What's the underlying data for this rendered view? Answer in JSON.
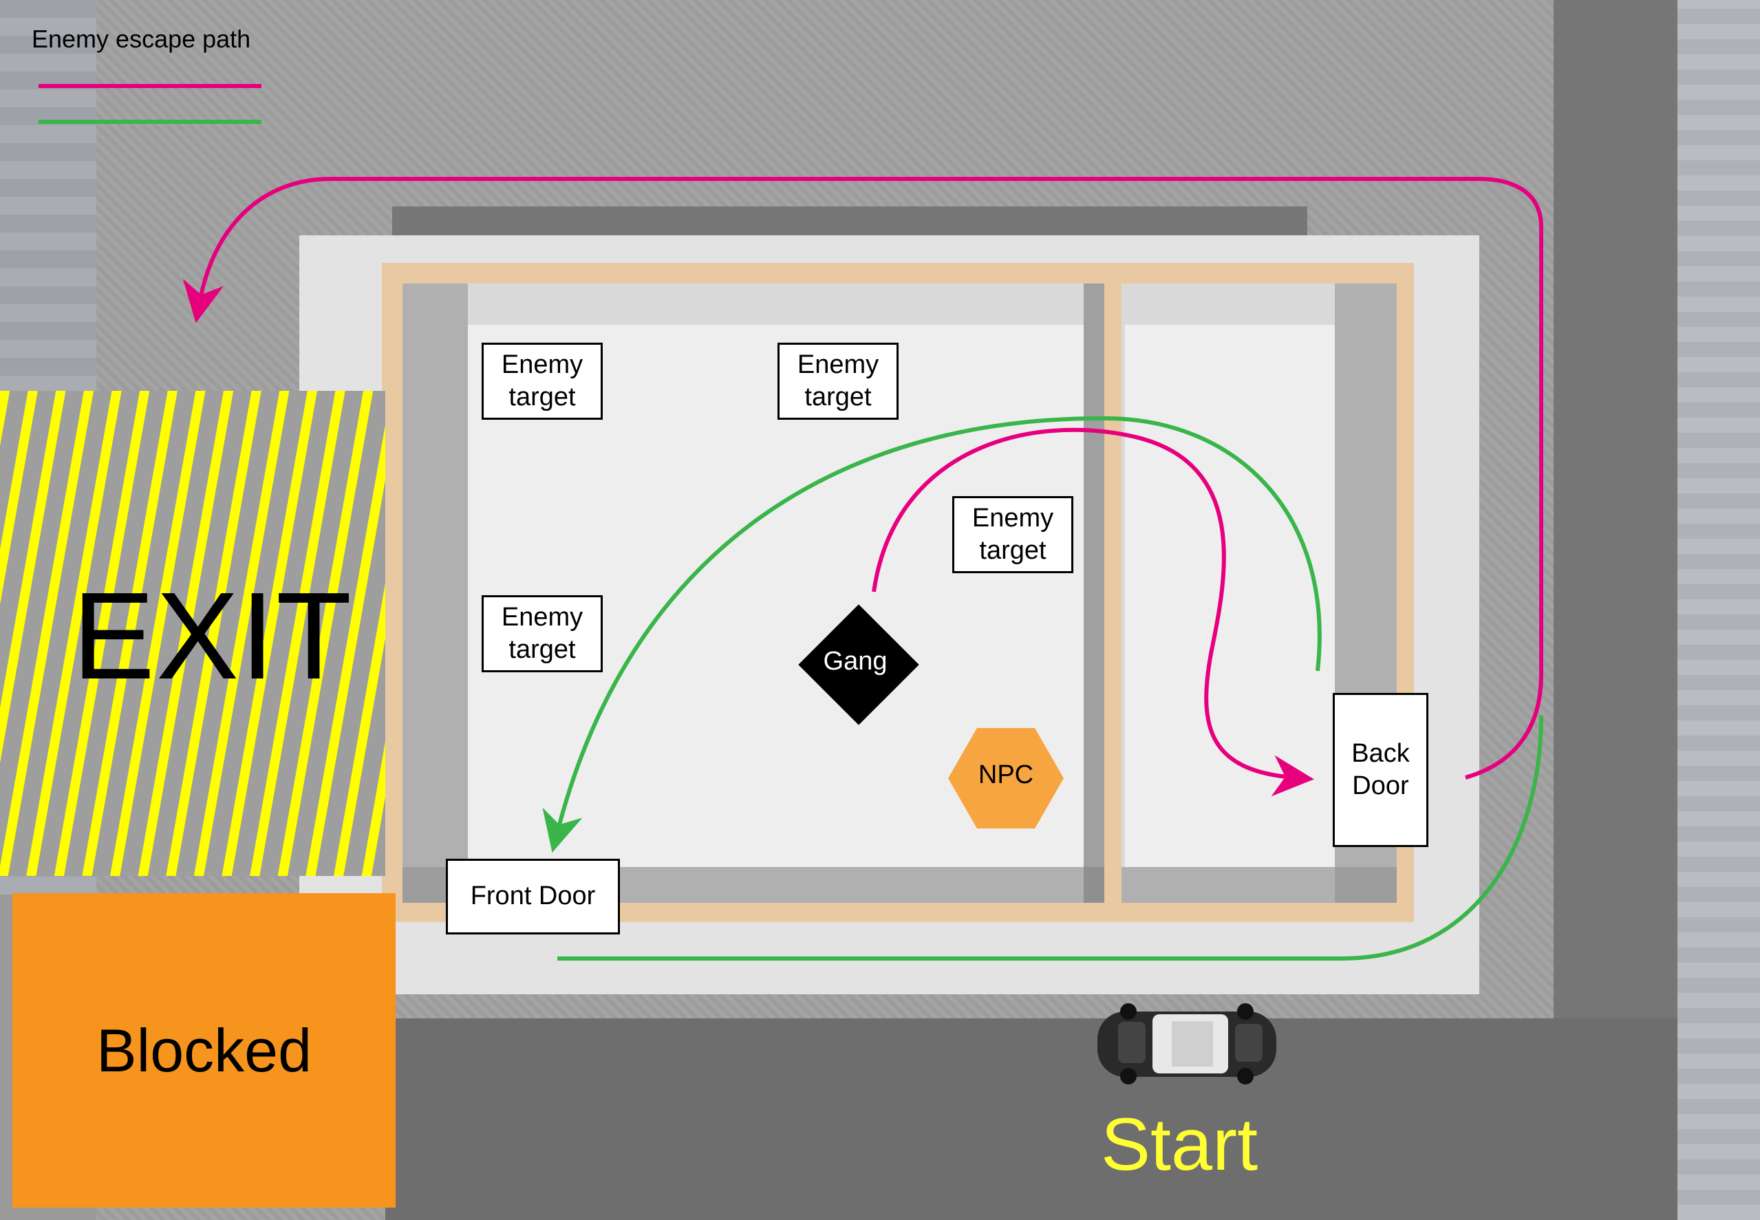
{
  "legend": {
    "title": "Enemy escape path",
    "series": [
      {
        "color": "#e6007e"
      },
      {
        "color": "#39b54a"
      }
    ]
  },
  "zones": {
    "exit_label": "EXIT",
    "exit_color": "#ffff00",
    "blocked_label": "Blocked",
    "blocked_color": "#f7941d",
    "start_label": "Start",
    "start_color": "#ffff33"
  },
  "targets": [
    {
      "label": "Enemy\ntarget"
    },
    {
      "label": "Enemy\ntarget"
    },
    {
      "label": "Enemy\ntarget"
    },
    {
      "label": "Enemy\ntarget"
    }
  ],
  "doors": {
    "front": "Front Door",
    "back": "Back\nDoor"
  },
  "entities": {
    "gang": "Gang",
    "npc": "NPC",
    "npc_color": "#f7a540",
    "gang_color": "#000000"
  },
  "paths": {
    "magenta_color": "#e6007e",
    "green_color": "#39b54a"
  }
}
